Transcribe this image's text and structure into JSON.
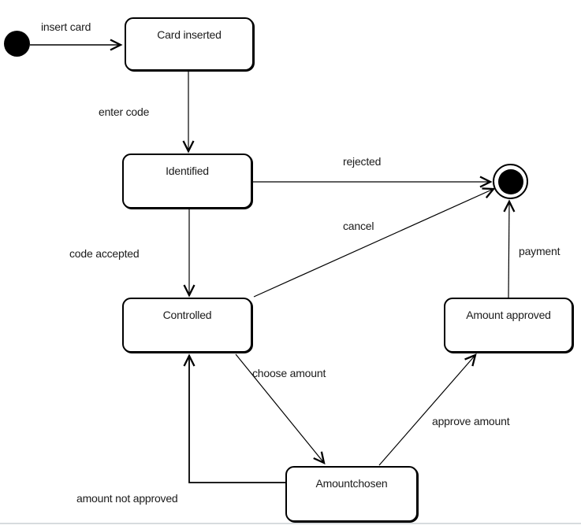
{
  "diagram": {
    "kind": "uml-state-diagram",
    "states": {
      "card_inserted": "Card inserted",
      "identified": "Identified",
      "controlled": "Controlled",
      "amount_chosen": "Amountchosen",
      "amount_approved": "Amount approved"
    },
    "transitions": {
      "insert_card": "insert card",
      "enter_code": "enter code",
      "code_accepted": "code accepted",
      "rejected": "rejected",
      "cancel": "cancel",
      "choose_amount": "choose amount",
      "amount_not_approved": "amount not approved",
      "approve_amount": "approve amount",
      "payment": "payment"
    },
    "colors": {
      "line": "#000000",
      "state_fill": "#ffffff",
      "background": "#ffffff",
      "bottom_border": "#d7dbde"
    }
  }
}
